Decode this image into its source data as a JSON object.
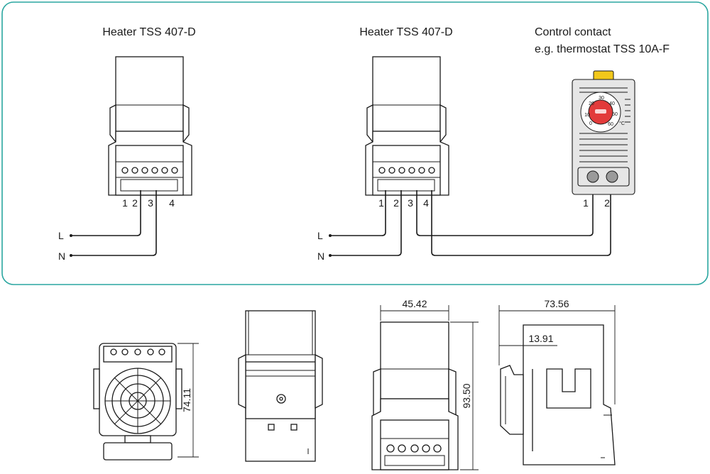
{
  "frame": {
    "border_color": "#2aa6a0"
  },
  "left_heater": {
    "title": "Heater TSS 407-D",
    "terminals": [
      "1",
      "2",
      "3",
      "4"
    ],
    "lines": [
      "L",
      "N"
    ]
  },
  "right_heater": {
    "title": "Heater TSS 407-D",
    "terminals": [
      "1",
      "2",
      "3",
      "4"
    ],
    "lines": [
      "L",
      "N"
    ]
  },
  "thermostat": {
    "title_line1": "Control contact",
    "title_line2": "e.g. thermostat TSS 10A-F",
    "terminals": [
      "1",
      "2"
    ],
    "dial_scale": [
      "0",
      "10",
      "20",
      "30",
      "40",
      "50",
      "60"
    ],
    "unit": "°C",
    "dial_color": "#e23b3b",
    "clip_color": "#f2c81b"
  },
  "dimensions": {
    "height_front": "74.11",
    "width_side": "45.42",
    "height_side": "93.50",
    "width_profile": "73.56",
    "offset_profile": "13.91"
  }
}
